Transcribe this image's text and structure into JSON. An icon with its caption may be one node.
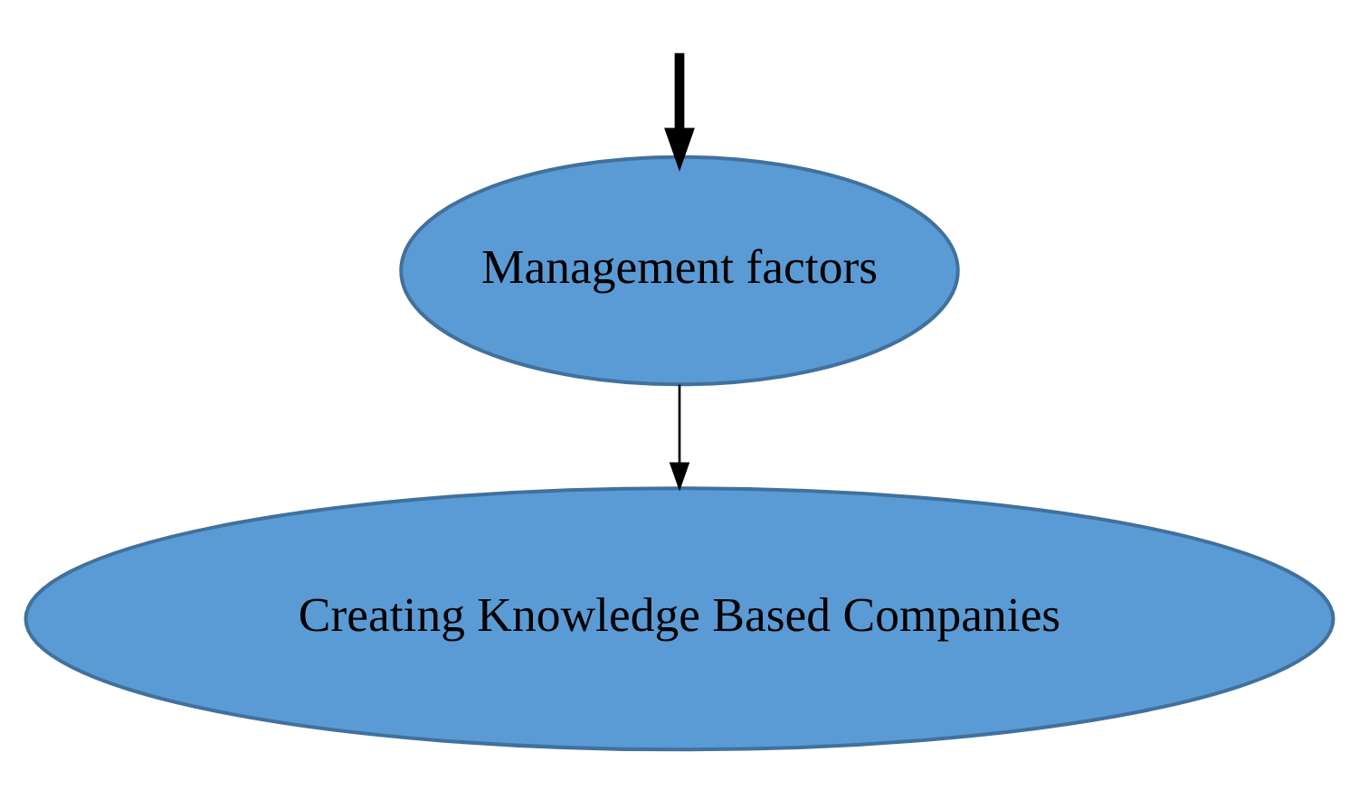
{
  "diagram": {
    "nodes": [
      {
        "text": [
          "Management factors"
        ]
      },
      {
        "text": [
          "Creating Knowledge Based Companies"
        ]
      }
    ],
    "edges": [
      {
        "from": null,
        "to": 0,
        "arrow": "to",
        "style": "thick"
      },
      {
        "from": 0,
        "to": 1,
        "arrow": "to"
      }
    ]
  }
}
